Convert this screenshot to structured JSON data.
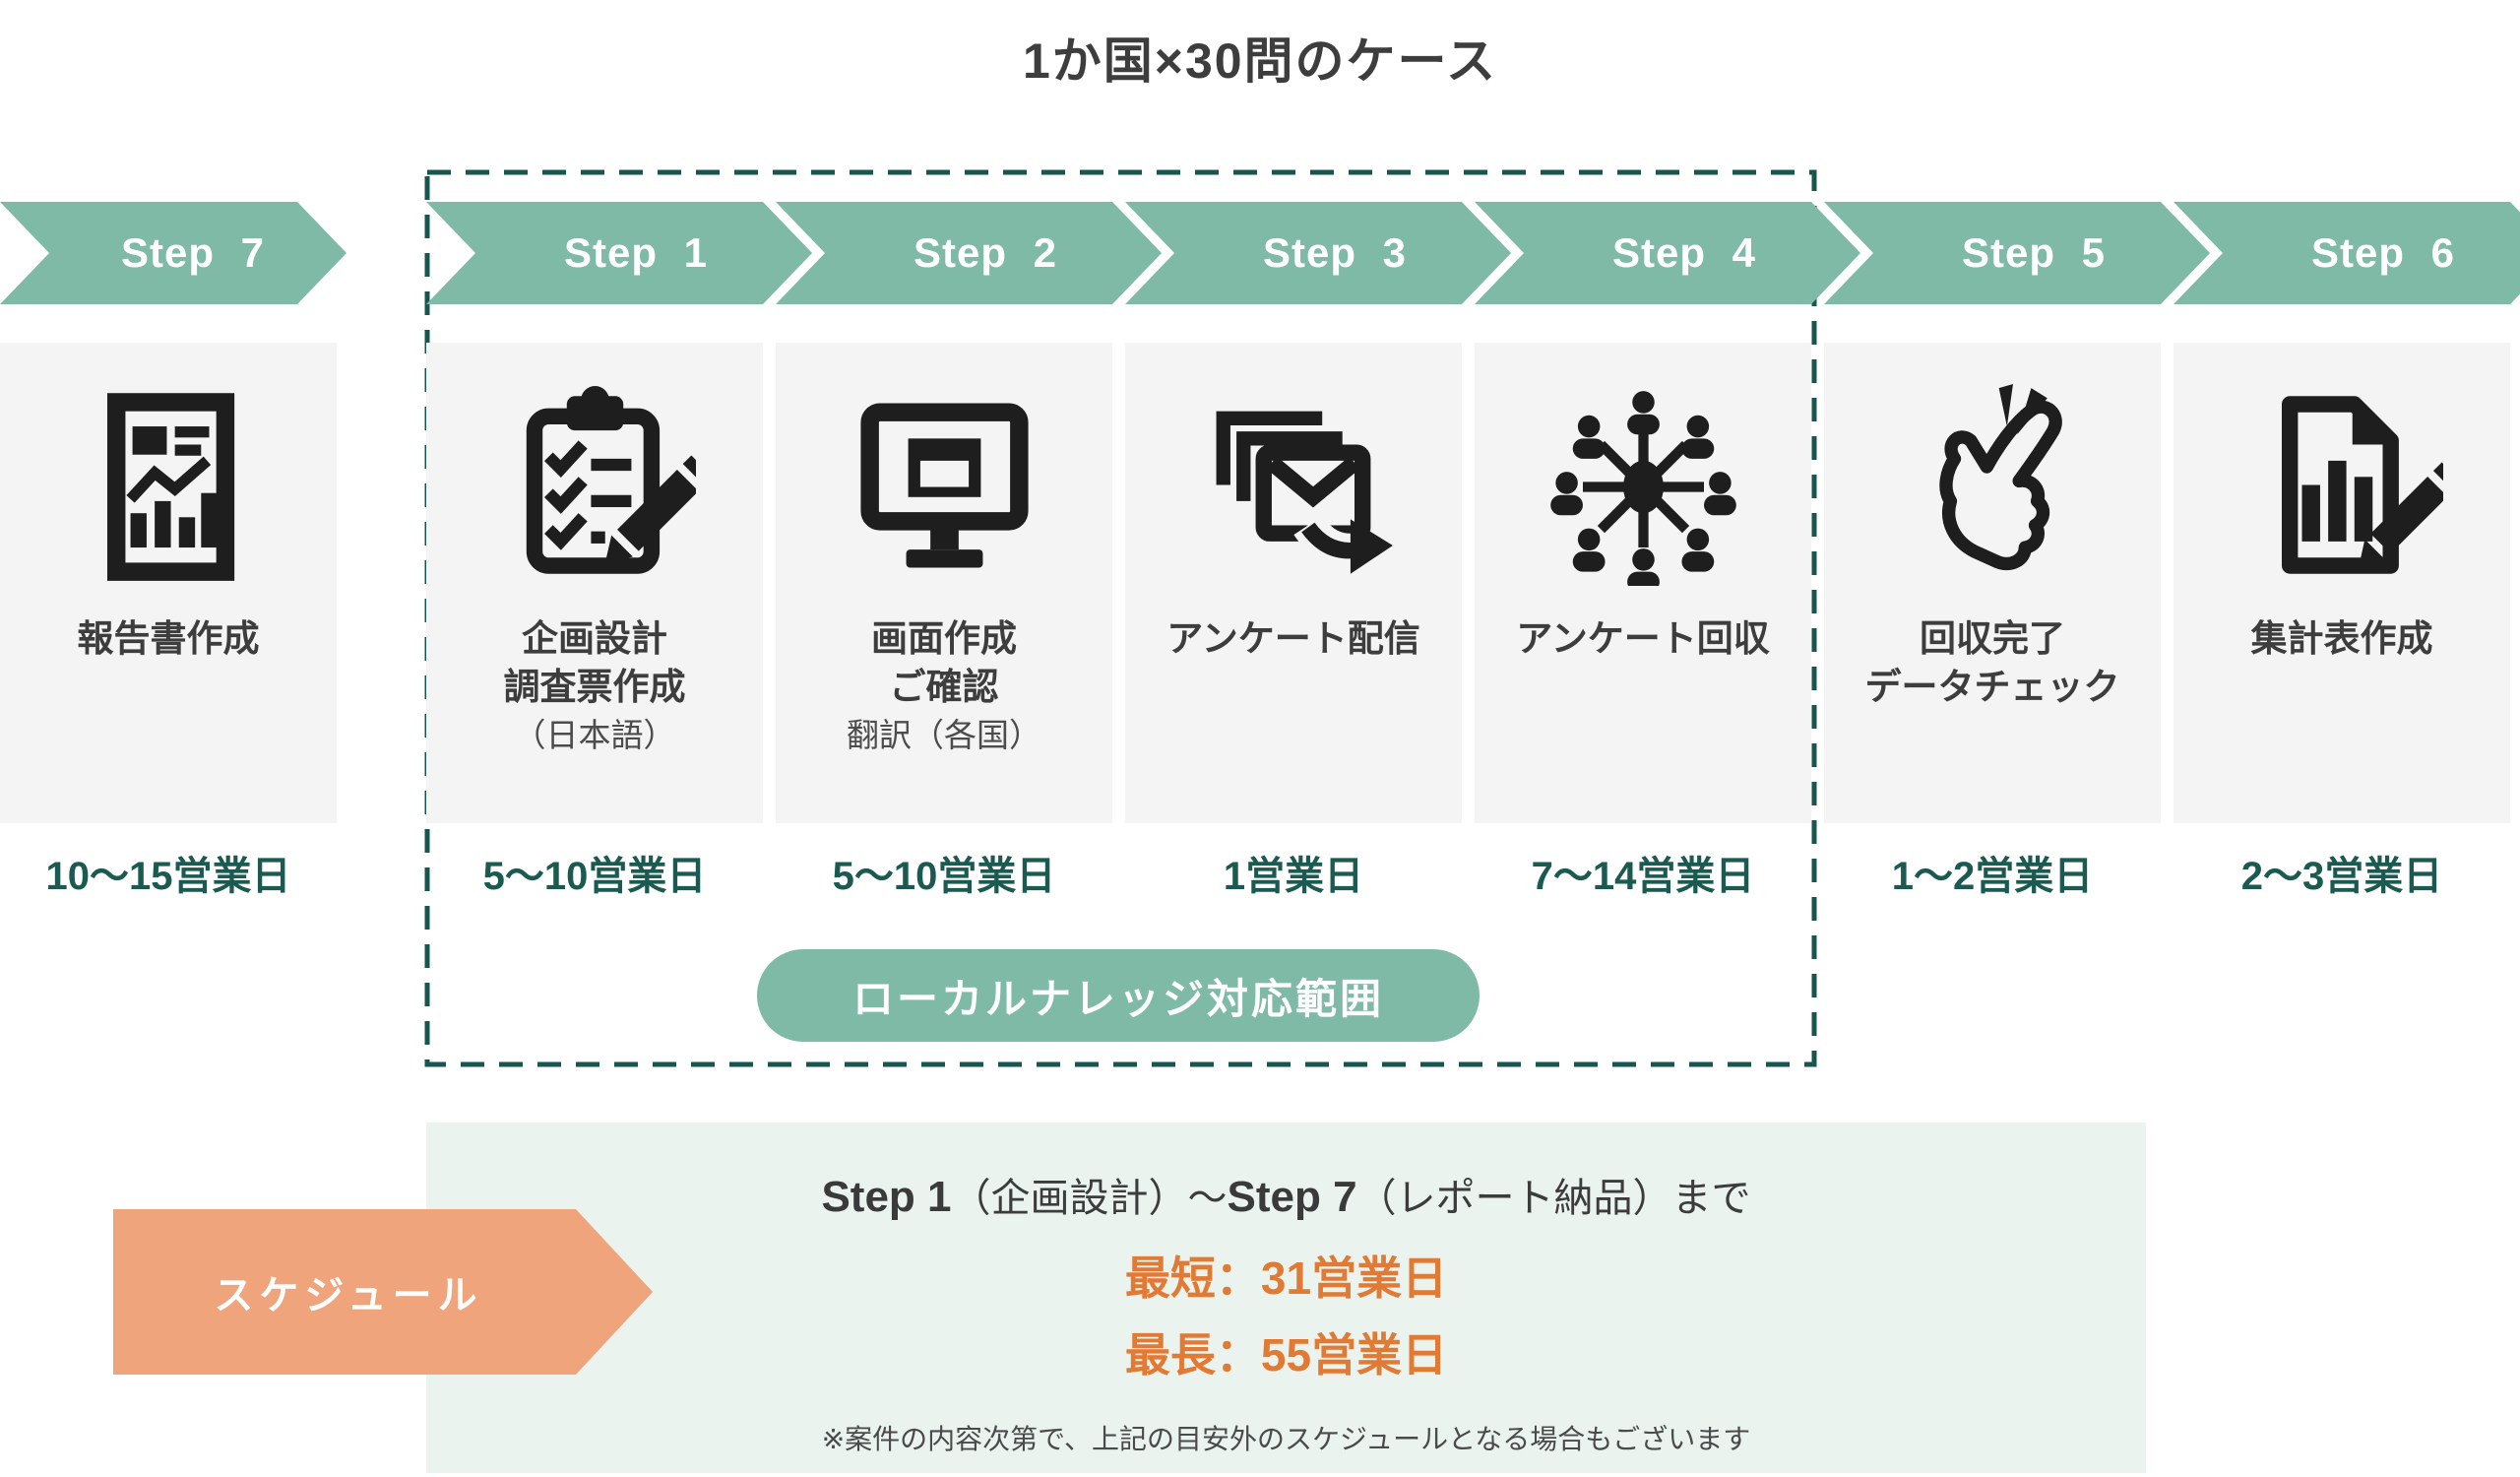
{
  "title": "1か国×30問のケース",
  "steps": [
    {
      "label": "Step 1",
      "icon": "clipboard-checklist",
      "name_lines": [
        "企画設計",
        "調査票作成"
      ],
      "sub": "（日本語）",
      "duration": "5〜10営業日"
    },
    {
      "label": "Step 2",
      "icon": "monitor-screen",
      "name_lines": [
        "画面作成",
        "ご確認"
      ],
      "sub": "翻訳（各国）",
      "duration": "5〜10営業日"
    },
    {
      "label": "Step 3",
      "icon": "mail-send",
      "name_lines": [
        "アンケート配信"
      ],
      "duration": "1営業日"
    },
    {
      "label": "Step 4",
      "icon": "people-network",
      "name_lines": [
        "アンケート回収"
      ],
      "duration": "7〜14営業日"
    },
    {
      "label": "Step 5",
      "icon": "finger-snap",
      "name_lines": [
        "回収完了",
        "データチェック"
      ],
      "duration": "1〜2営業日"
    },
    {
      "label": "Step 6",
      "icon": "chart-document-pencil",
      "name_lines": [
        "集計表作成"
      ],
      "duration": "2〜3営業日"
    },
    {
      "label": "Step 7",
      "icon": "report-board",
      "name_lines": [
        "報告書作成"
      ],
      "duration": "10〜15営業日"
    }
  ],
  "scope_badge": {
    "label": "ローカルナレッジ対応範囲"
  },
  "schedule": {
    "arrow_label": "スケジュール",
    "range": {
      "step_from": "Step 1",
      "from_note": "（企画設計）〜",
      "step_to": "Step 7",
      "to_note": "（レポート納品）まで"
    },
    "shortest": "最短：31営業日",
    "longest": "最長：55営業日",
    "note": "※案件の内容次第で、上記の目安外のスケジュールとなる場合もございます"
  },
  "colors": {
    "accent_green": "#7fbaa6",
    "deep_teal": "#17564e",
    "days_teal": "#1a5a50",
    "accent_orange": "#e17a35",
    "arrow_salmon": "#efa47c",
    "panel_green": "#eaf3ee",
    "card_gray": "#f4f4f4",
    "icon_black": "#1e1e1e"
  }
}
